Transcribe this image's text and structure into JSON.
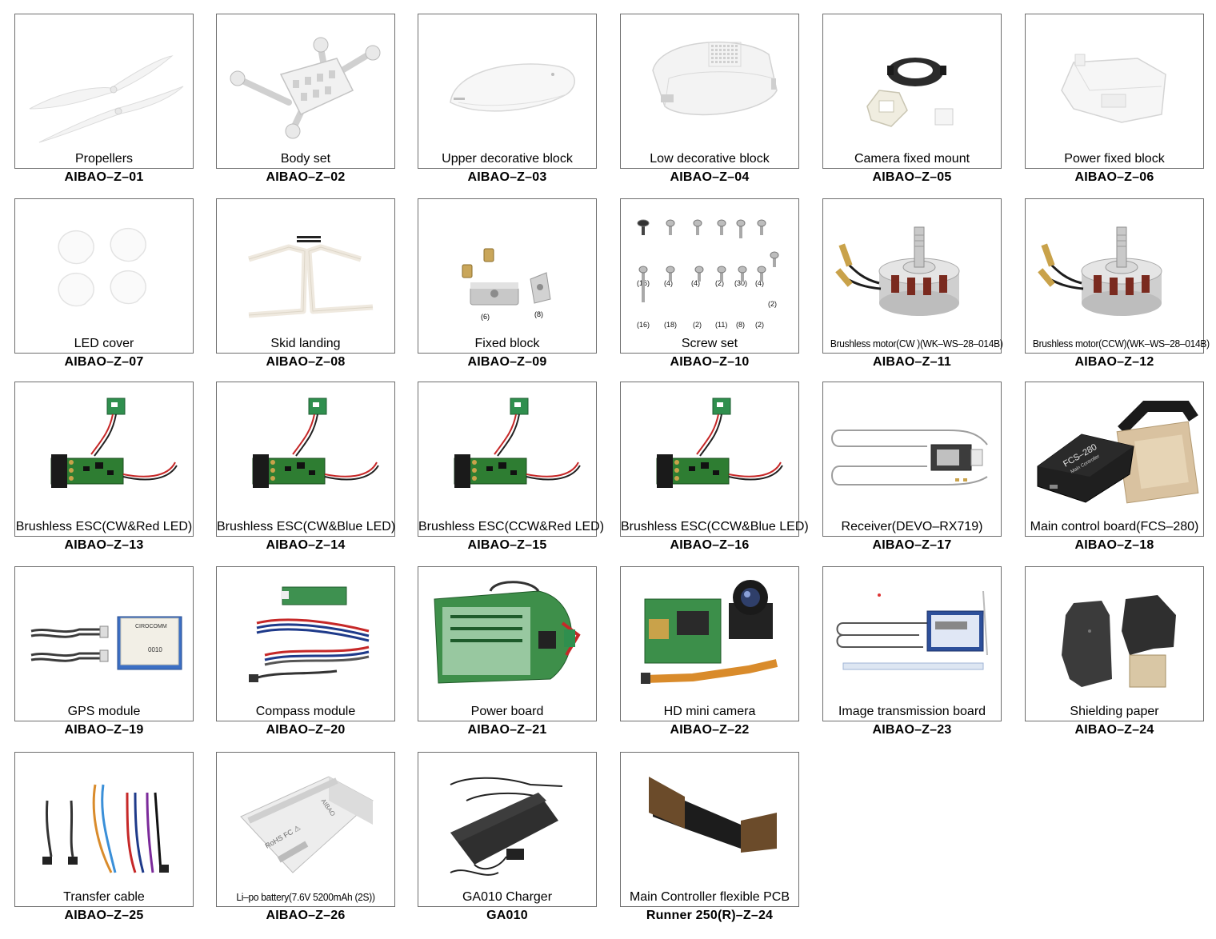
{
  "parts": [
    {
      "name": "Propellers",
      "code": "AIBAO–Z–01",
      "icon": "propeller-icon"
    },
    {
      "name": "Body set",
      "code": "AIBAO–Z–02",
      "icon": "frame-icon"
    },
    {
      "name": "Upper  decorative block",
      "code": "AIBAO–Z–03",
      "icon": "upper-shell-icon"
    },
    {
      "name": "Low decorative block",
      "code": "AIBAO–Z–04",
      "icon": "lower-shell-icon"
    },
    {
      "name": "Camera fixed mount",
      "code": "AIBAO–Z–05",
      "icon": "camera-mount-icon"
    },
    {
      "name": "Power fixed block",
      "code": "AIBAO–Z–06",
      "icon": "power-block-icon"
    },
    {
      "name": "LED cover",
      "code": "AIBAO–Z–07",
      "icon": "led-cover-icon"
    },
    {
      "name": "Skid landing",
      "code": "AIBAO–Z–08",
      "icon": "skid-icon"
    },
    {
      "name": "Fixed block",
      "code": "AIBAO–Z–09",
      "icon": "fixed-block-icon"
    },
    {
      "name": "Screw set",
      "code": "AIBAO–Z–10",
      "icon": "screw-icon"
    },
    {
      "name": "Brushless motor(CW )(WK–WS–28–014B)",
      "code": "AIBAO–Z–11",
      "icon": "motor-icon"
    },
    {
      "name": "Brushless motor(CCW)(WK–WS–28–014B)",
      "code": "AIBAO–Z–12",
      "icon": "motor-icon"
    },
    {
      "name": "Brushless ESC(CW&Red LED)",
      "code": "AIBAO–Z–13",
      "icon": "esc-icon"
    },
    {
      "name": "Brushless ESC(CW&Blue LED)",
      "code": "AIBAO–Z–14",
      "icon": "esc-icon"
    },
    {
      "name": "Brushless ESC(CCW&Red LED)",
      "code": "AIBAO–Z–15",
      "icon": "esc-icon"
    },
    {
      "name": "Brushless ESC(CCW&Blue LED)",
      "code": "AIBAO–Z–16",
      "icon": "esc-icon"
    },
    {
      "name": "Receiver(DEVO–RX719)",
      "code": "AIBAO–Z–17",
      "icon": "receiver-icon"
    },
    {
      "name": "Main control board(FCS–280)",
      "code": "AIBAO–Z–18",
      "icon": "control-board-icon"
    },
    {
      "name": "GPS module",
      "code": "AIBAO–Z–19",
      "icon": "gps-icon"
    },
    {
      "name": "Compass module",
      "code": "AIBAO–Z–20",
      "icon": "compass-icon"
    },
    {
      "name": "Power board",
      "code": "AIBAO–Z–21",
      "icon": "power-board-icon"
    },
    {
      "name": "HD mini camera",
      "code": "AIBAO–Z–22",
      "icon": "camera-icon"
    },
    {
      "name": "Image transmission board",
      "code": "AIBAO–Z–23",
      "icon": "transmission-icon"
    },
    {
      "name": "Shielding paper",
      "code": "AIBAO–Z–24",
      "icon": "shielding-icon"
    },
    {
      "name": "Transfer cable",
      "code": "AIBAO–Z–25",
      "icon": "cable-icon"
    },
    {
      "name": "Li–po battery(7.6V 5200mAh  (2S))",
      "code": "AIBAO–Z–26",
      "icon": "battery-icon"
    },
    {
      "name": "GA010 Charger",
      "code": "GA010",
      "icon": "charger-icon"
    },
    {
      "name": "Main Controller flexible PCB",
      "code": "Runner 250(R)–Z–24",
      "icon": "flex-pcb-icon"
    }
  ],
  "screw_counts": [
    "(16)",
    "(4)",
    "(4)",
    "(2)",
    "(30)",
    "(4)",
    "(16)",
    "(18)",
    "(2)",
    "(11)",
    "(8)",
    "(2)",
    "(2)"
  ],
  "fixed_block_counts": [
    "(6)",
    "(8)"
  ],
  "markings": {
    "gps_brand": "CIROCOMM",
    "gps_code": "0010",
    "fcs_model": "FCS–280",
    "fcs_sub": "Main Controller",
    "battery_brand": "AIBAO",
    "battery_cert": "RoHS  FC  ⚠"
  }
}
